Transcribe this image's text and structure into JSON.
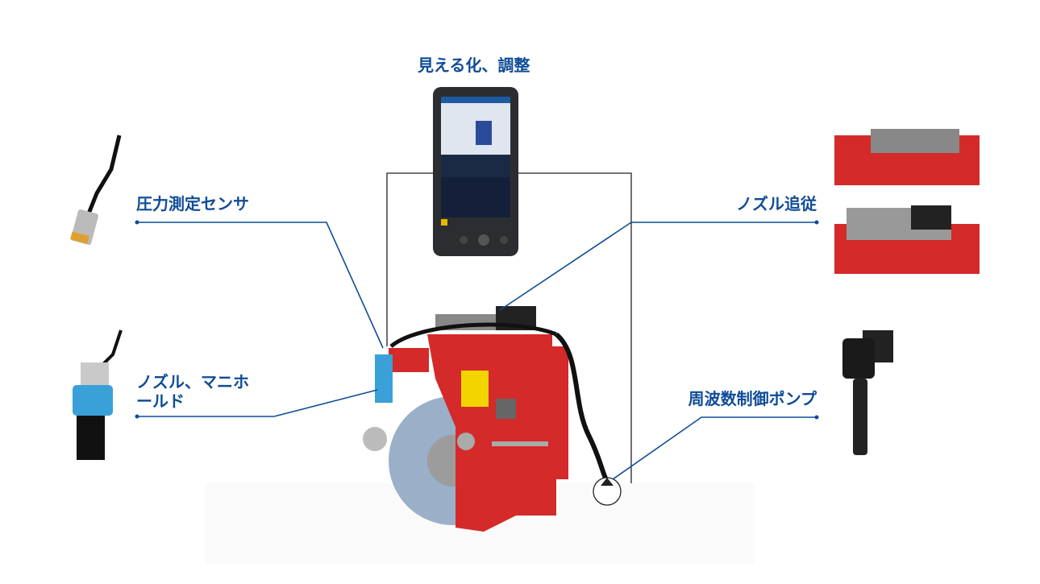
{
  "labels": {
    "panel": "見える化、調整",
    "pressure_sensor": "圧力測定センサ",
    "nozzle_follow": "ノズル追従",
    "nozzle_manifold_line1": "ノズル、マニホ",
    "nozzle_manifold_line2": "ールド",
    "pump": "周波数制御ポンプ"
  },
  "colors": {
    "accent": "#0f4c97",
    "machine": "#d42a2a",
    "nozzle": "#3aa0d8"
  }
}
